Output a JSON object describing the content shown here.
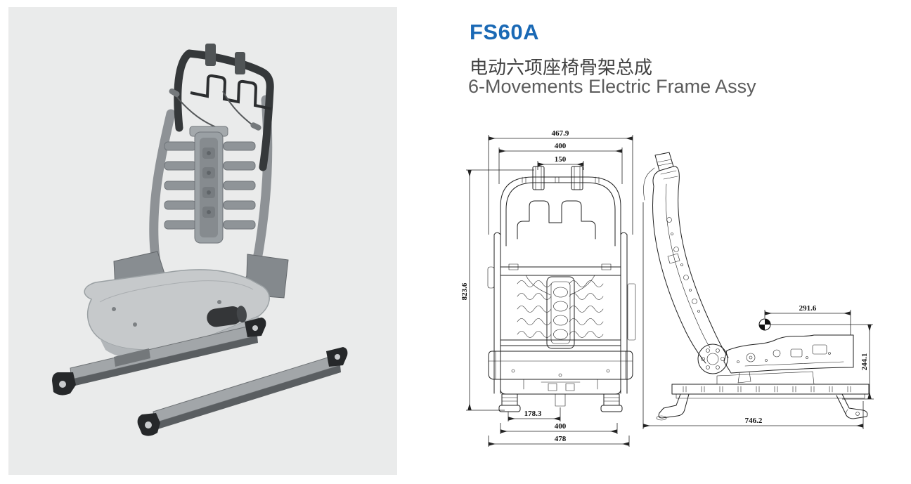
{
  "product": {
    "model": "FS60A",
    "name_zh": "电动六项座椅骨架总成",
    "name_en": "6-Movements Electric Frame Assy"
  },
  "colors": {
    "accent_blue": "#1a69b5",
    "panel_bg": "#eaebeb",
    "drawing_line": "#1f1f1f",
    "name_zh_color": "#404040",
    "name_en_color": "#5c5c5c"
  },
  "drawings": {
    "front_view": {
      "overall_width": "467.9",
      "frame_width": "400",
      "headrest_pitch": "150",
      "overall_height": "823.6",
      "foot_to_center": "178.3",
      "rail_span": "400",
      "base_width": "478"
    },
    "side_view": {
      "hpoint_offset": "291.6",
      "hpoint_height": "244.1",
      "overall_length": "746.2"
    }
  }
}
